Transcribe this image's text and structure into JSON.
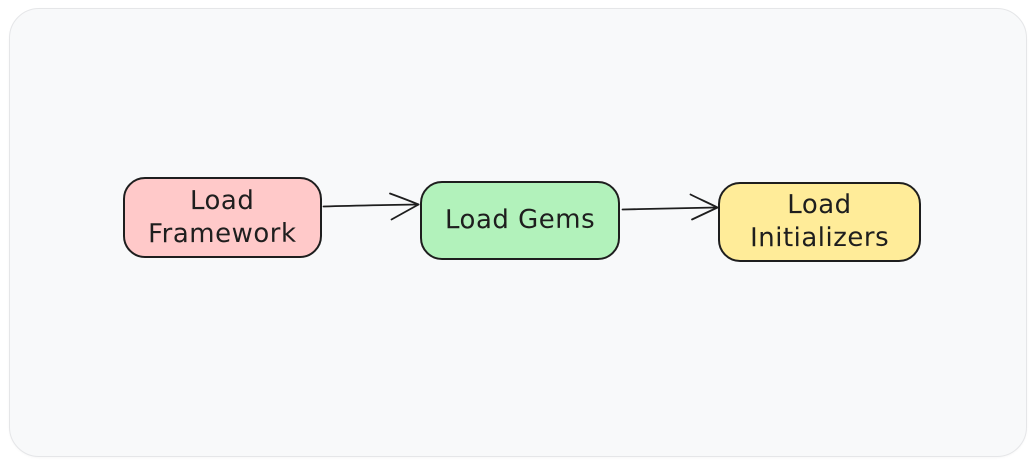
{
  "canvas": {
    "outer_background": "#ffffff",
    "background": "#f8f9fa",
    "frame_border_color": "#e5e6e8"
  },
  "diagram": {
    "type": "flowchart",
    "stroke_color": "#1e1e1e",
    "text_color": "#1e1e1e",
    "nodes": [
      {
        "id": "load-framework",
        "label": "Load\nFramework",
        "fill": "#ffc9c9"
      },
      {
        "id": "load-gems",
        "label": "Load Gems",
        "fill": "#b2f2bb"
      },
      {
        "id": "load-initializers",
        "label": "Load\nInitializers",
        "fill": "#ffec99"
      }
    ],
    "edges": [
      {
        "from": "load-framework",
        "to": "load-gems"
      },
      {
        "from": "load-gems",
        "to": "load-initializers"
      }
    ]
  }
}
